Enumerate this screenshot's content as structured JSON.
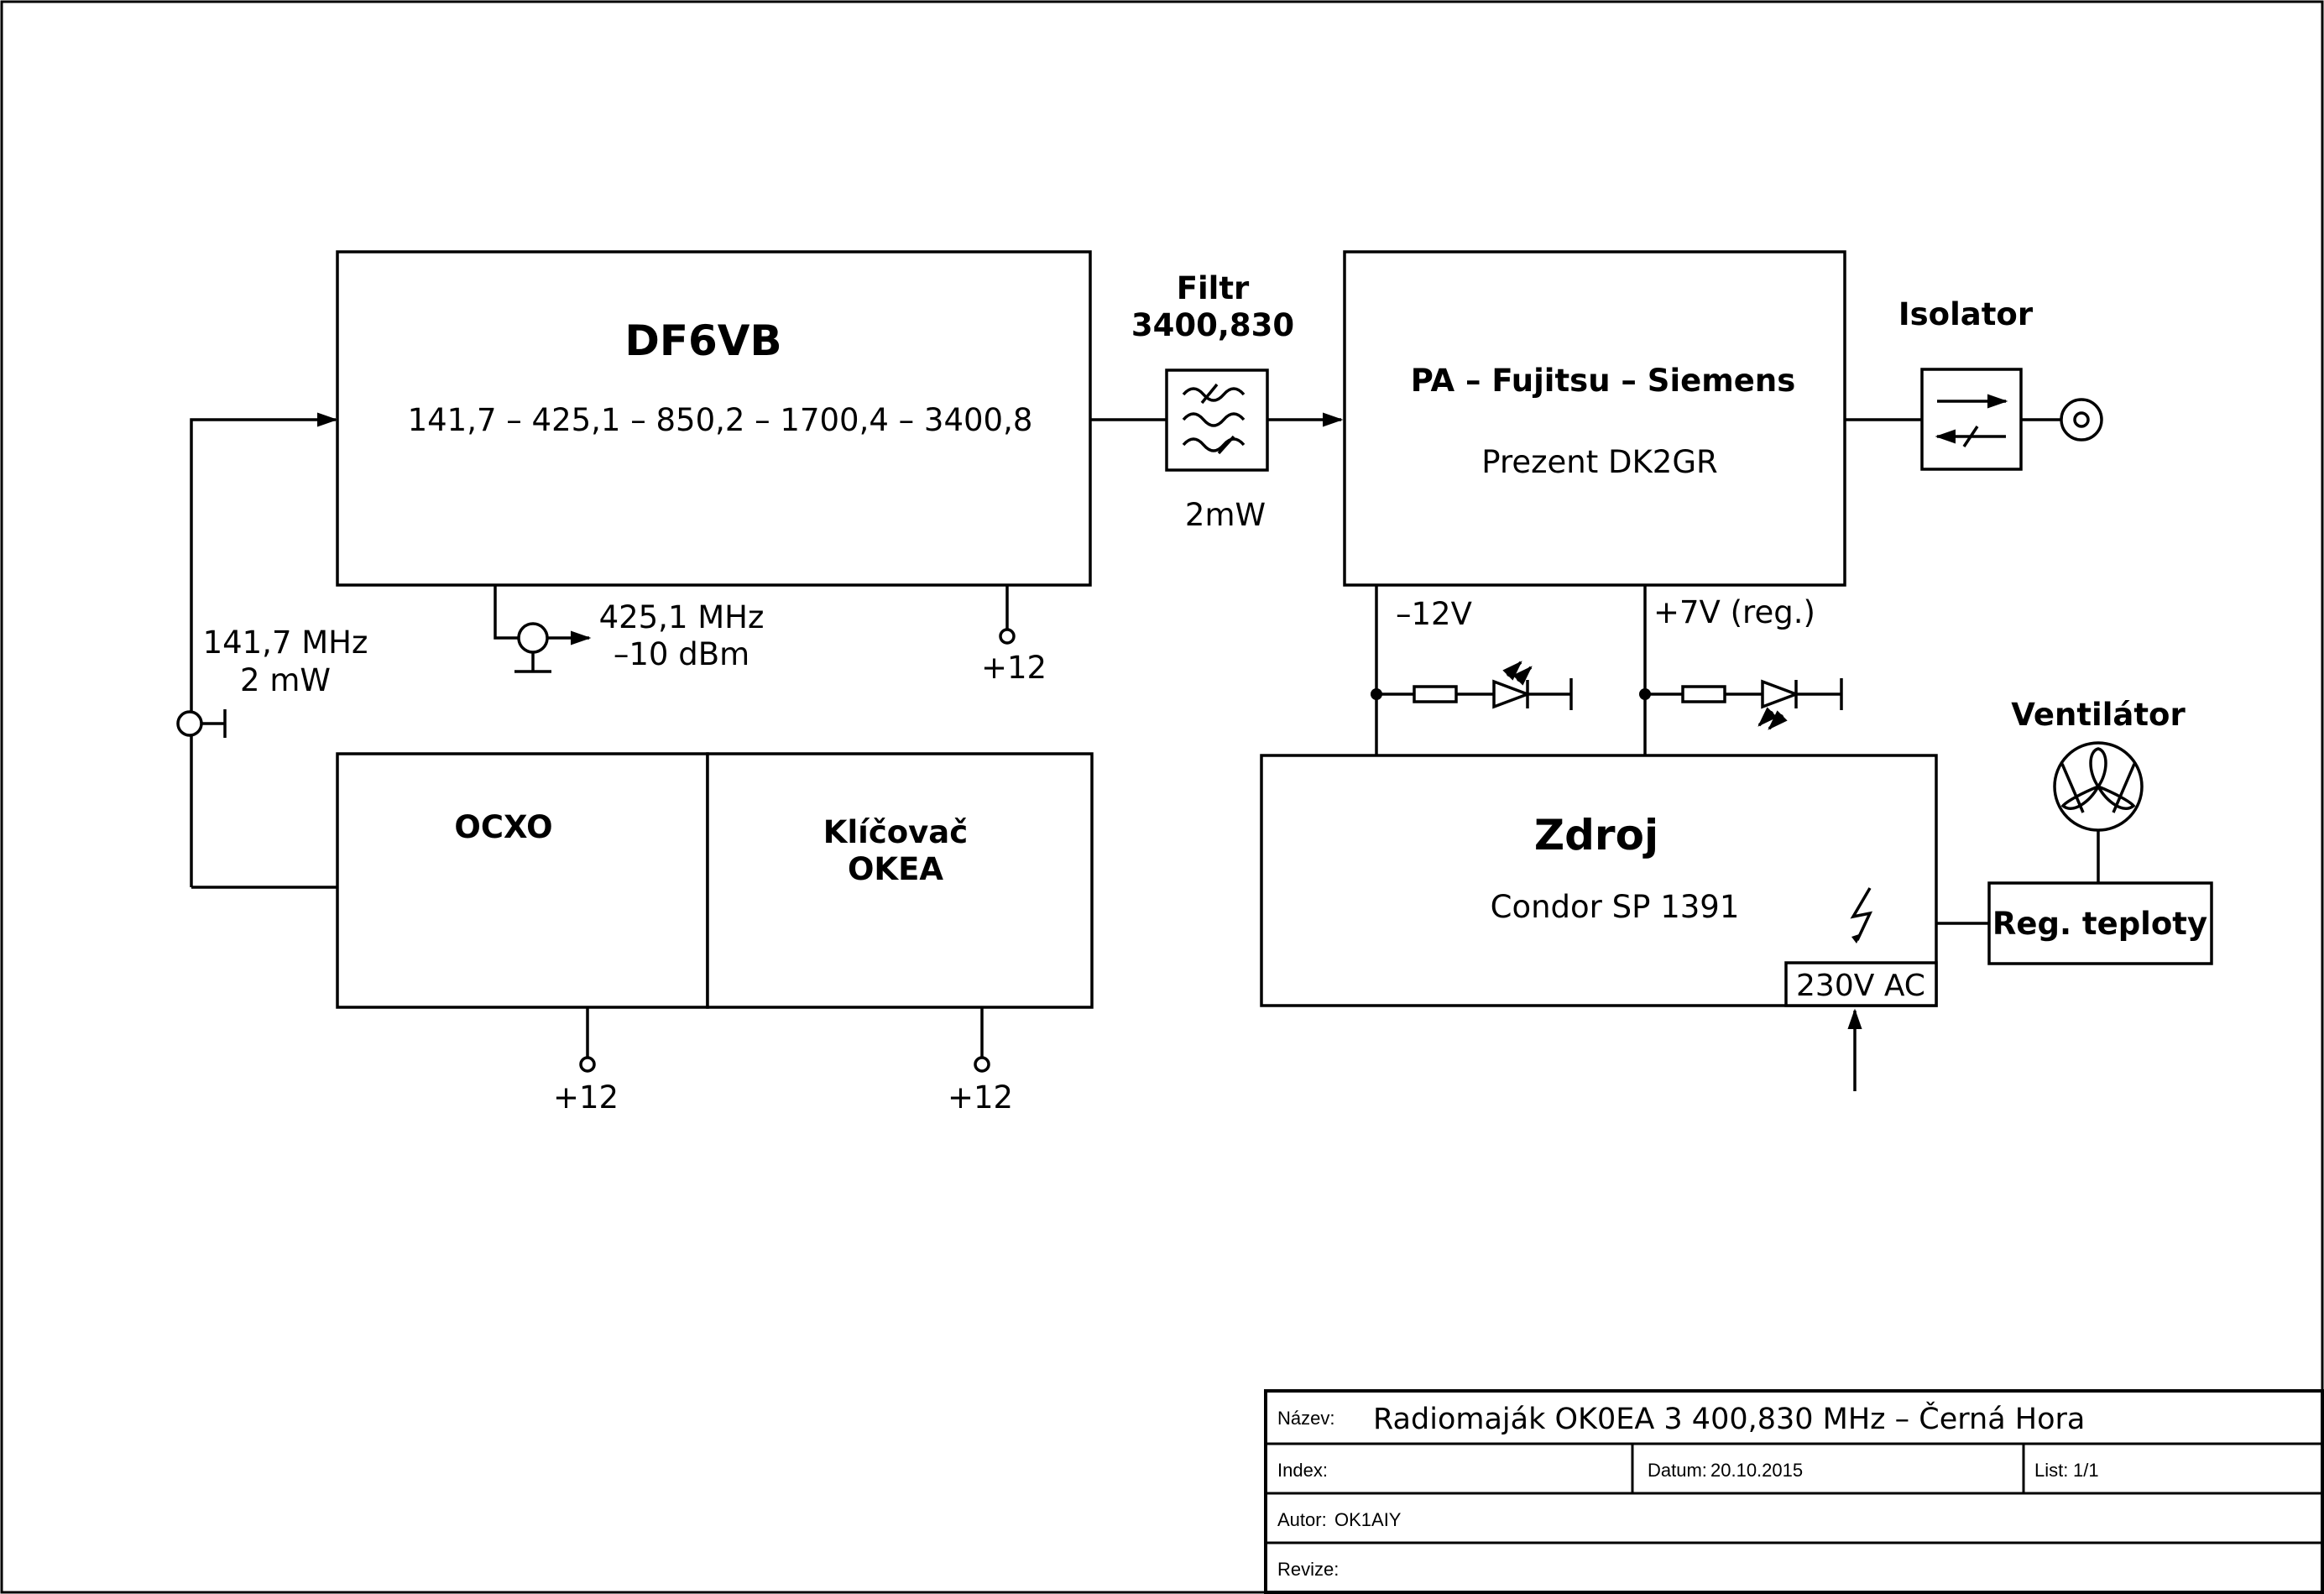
{
  "blocks": {
    "df6vb": {
      "title": "DF6VB",
      "chain": "141,7 – 425,1 – 850,2 – 1700,4 – 3400,8"
    },
    "filter": {
      "title": "Filtr",
      "freq": "3400,830",
      "power": "2mW"
    },
    "pa": {
      "title": "PA – Fujitsu – Siemens",
      "subtitle": "Prezent DK2GR"
    },
    "isolator": {
      "title": "Isolator"
    },
    "ocxo": {
      "title": "OCXO"
    },
    "keyer": {
      "title_line1": "Klíčovač",
      "title_line2": "OKEA"
    },
    "zdroj": {
      "title": "Zdroj",
      "subtitle": "Condor  SP 1391",
      "mains": "230V AC"
    },
    "fan": {
      "title": "Ventilátor"
    },
    "reg": {
      "title": "Reg. teploty"
    }
  },
  "labels": {
    "input_freq": "141,7 MHz",
    "input_power": "2 mW",
    "tap_freq": "425,1 MHz",
    "tap_level": "–10 dBm",
    "df6vb_supply": "+12",
    "ocxo_supply": "+12",
    "keyer_supply": "+12",
    "neg_rail": "–12V",
    "pos_rail": "+7V (reg.)"
  },
  "title_block": {
    "name_label": "Název:",
    "name_value": "Radiomaják OK0EA  3 400,830 MHz –  Černá Hora",
    "index_label": "Index:",
    "date_label": "Datum:",
    "date_value": "20.10.2015",
    "sheet_label": "List:",
    "sheet_value": "1/1",
    "author_label": "Autor:",
    "author_value": "OK1AIY",
    "revision_label": "Revize:"
  }
}
